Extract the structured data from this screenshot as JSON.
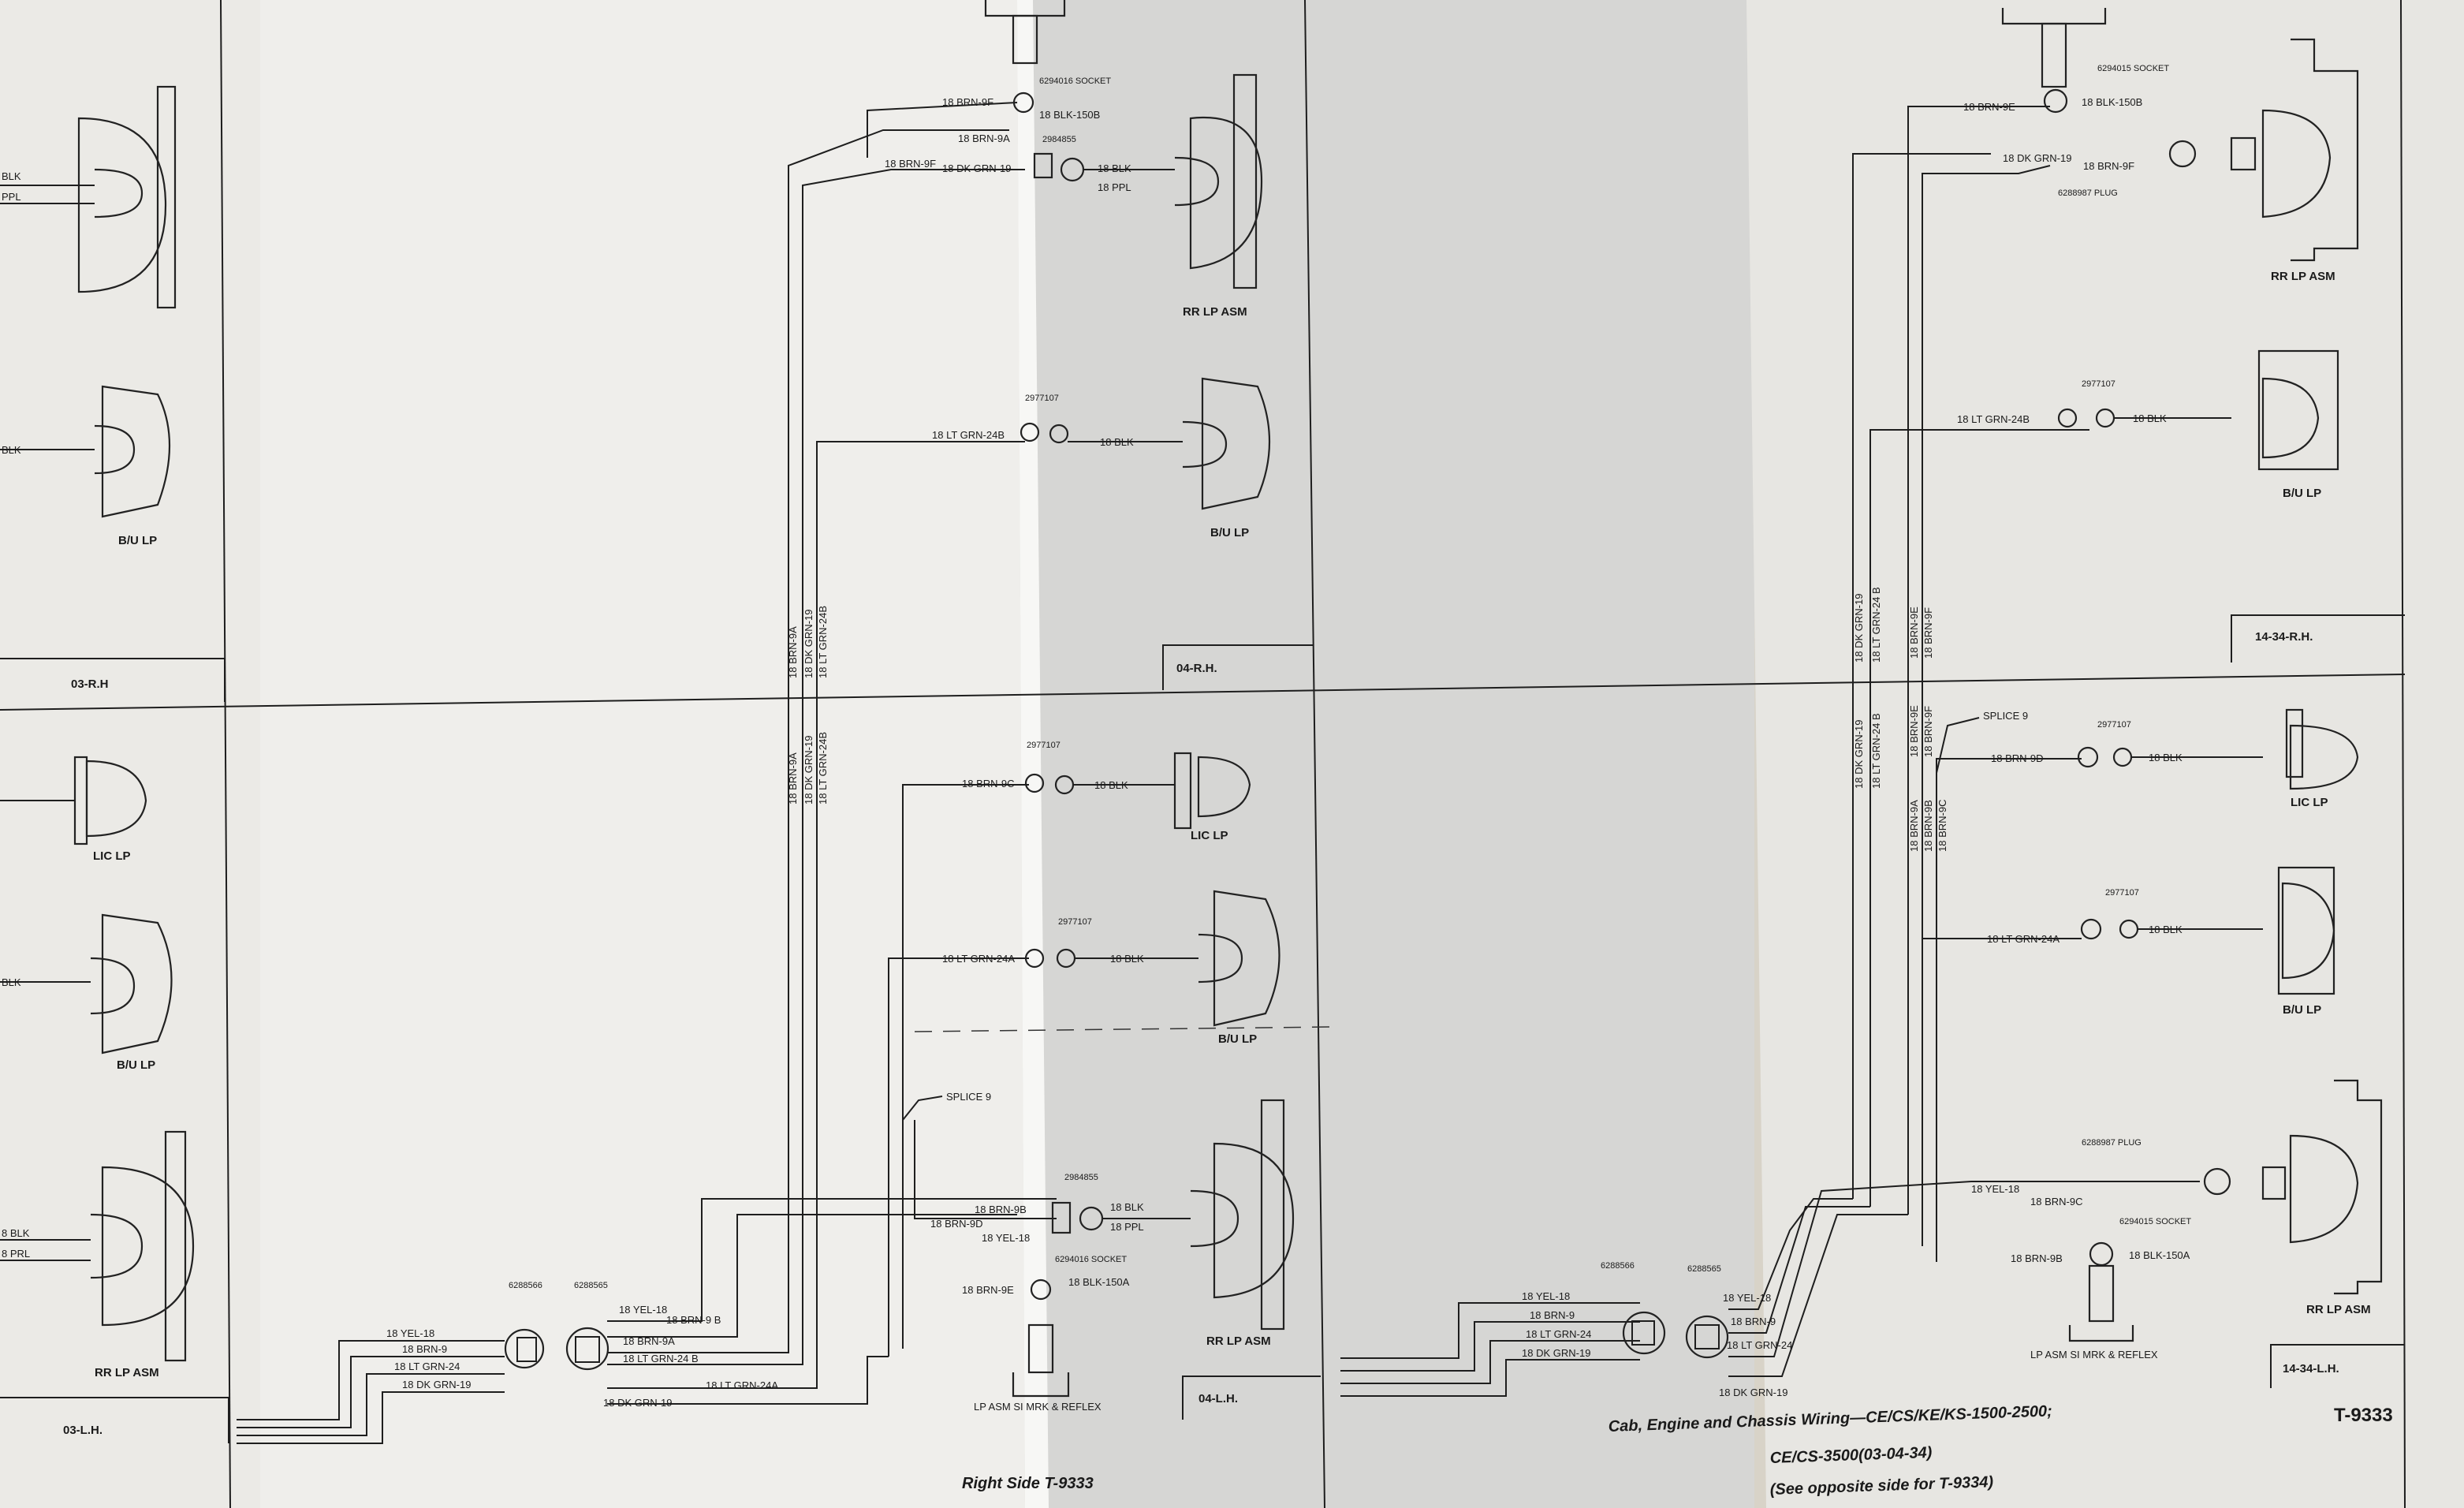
{
  "colors": {
    "paper_left": "#eeede9",
    "paper_mid": "#d9d9d7",
    "paper_right": "#e6e5e1",
    "ink": "#1e1e1e",
    "table": "#c9a896"
  },
  "section_labels": {
    "s03rh": "03-R.H",
    "s03lh": "03-L.H.",
    "s04rh": "04-R.H.",
    "s04lh": "04-L.H.",
    "s1434rh": "14-34-R.H.",
    "s1434lh": "14-34-L.H."
  },
  "mid": {
    "rr_top": {
      "w1": "18 BRN-9F",
      "w2": "18 BRN-9A",
      "w3": "18 BRN-9F",
      "w4": "18 DK GRN-19",
      "sock": "6294016 SOCKET",
      "w5": "18 BLK-150B",
      "part": "2984855",
      "w6": "18 BLK",
      "w7": "18 PPL",
      "name": "RR LP ASM"
    },
    "bu_top": {
      "part": "2977107",
      "w1": "18 LT GRN-24B",
      "w2": "18 BLK",
      "name": "B/U LP"
    },
    "vert_top": [
      "18 BRN-9A",
      "18 DK GRN-19",
      "18 LT GRN-24B"
    ],
    "vert_bot": [
      "18 BRN-9A",
      "18 DK GRN-19",
      "18 LT GRN-24B"
    ],
    "lic": {
      "part": "2977107",
      "w1": "18 BRN-9C",
      "w2": "18 BLK",
      "name": "LIC LP"
    },
    "bu_bot": {
      "part": "2977107",
      "w1": "18 LT GRN-24A",
      "w2": "18 BLK",
      "name": "B/U LP"
    },
    "splice": "SPLICE 9",
    "rr_bot": {
      "w1": "18 BRN-9B",
      "w2": "18 BRN-9D",
      "w3": "18 YEL-18",
      "part": "2984855",
      "w4": "18 BLK",
      "w5": "18 PPL",
      "w6": "18 BRN-9E",
      "sock": "6294016 SOCKET",
      "w7": "18 BLK-150A",
      "name": "RR LP ASM",
      "marker": "LP ASM SI MRK & REFLEX"
    },
    "conn": {
      "p1": "6288566",
      "p2": "6288565",
      "a1": "18 YEL-18",
      "a2": "18 BRN-9",
      "a3": "18 LT GRN-24",
      "a4": "18 DK GRN-19",
      "b1": "18 YEL-18",
      "b2": "18 BRN-9 B",
      "b3": "18 BRN-9A",
      "b4": "18 LT GRN-24 B",
      "b5": "18 LT GRN-24A",
      "b6": "18 DK GRN-19"
    },
    "caption": "Right Side T-9333"
  },
  "left": {
    "blk": "BLK",
    "ppl": "PPL",
    "bu_top": "B/U LP",
    "lic": "LIC LP",
    "bu_bot": "B/U LP",
    "rr_blk": "8 BLK",
    "rr_ppl": "8 PRL",
    "rr": "RR LP ASM"
  },
  "right": {
    "rr_top": {
      "w1": "18 BRN-9E",
      "sock": "6294015 SOCKET",
      "w2": "18 BLK-150B",
      "w3": "18 DK GRN-19",
      "w4": "18 BRN-9F",
      "plug": "6288987 PLUG",
      "name": "RR LP ASM"
    },
    "bu_top": {
      "part": "2977107",
      "w1": "18 LT GRN-24B",
      "w2": "18 BLK",
      "name": "B/U LP"
    },
    "vert_top": [
      "18 DK GRN-19",
      "18 LT GRN-24 B",
      "18 BRN-9E",
      "18 BRN-9F"
    ],
    "vert_bot": [
      "18 DK GRN-19",
      "18 LT GRN-24 B",
      "18 BRN-9E",
      "18 BRN-9F",
      "18 BRN-9A",
      "18 BRN-9B",
      "18 BRN-9C"
    ],
    "splice": "SPLICE 9",
    "lic": {
      "part": "2977107",
      "w1": "18 BRN-9D",
      "w2": "18 BLK",
      "name": "LIC LP"
    },
    "bu_bot": {
      "part": "2977107",
      "w1": "18 LT GRN-24A",
      "w2": "18 BLK",
      "name": "B/U LP"
    },
    "rr_bot": {
      "plug": "6288987 PLUG",
      "w1": "18 YEL-18",
      "w2": "18 BRN-9C",
      "sock": "6294015 SOCKET",
      "w3": "18 BRN-9B",
      "w4": "18 BLK-150A",
      "name": "RR LP ASM",
      "marker": "LP ASM SI MRK & REFLEX"
    },
    "conn": {
      "p1": "6288566",
      "p2": "6288565",
      "a1": "18 YEL-18",
      "a2": "18 BRN-9",
      "a3": "18 LT GRN-24",
      "a4": "18 DK GRN-19",
      "b1": "18 YEL-18",
      "b2": "18 BRN-9",
      "b3": "18 LT GRN-24",
      "b4": "18 DK GRN-19"
    },
    "caption1": "Cab, Engine and Chassis Wiring—CE/CS/KE/KS-1500-2500;",
    "caption2": "CE/CS-3500(03-04-34)",
    "caption3": "(See opposite side for T-9334)",
    "code": "T-9333"
  }
}
